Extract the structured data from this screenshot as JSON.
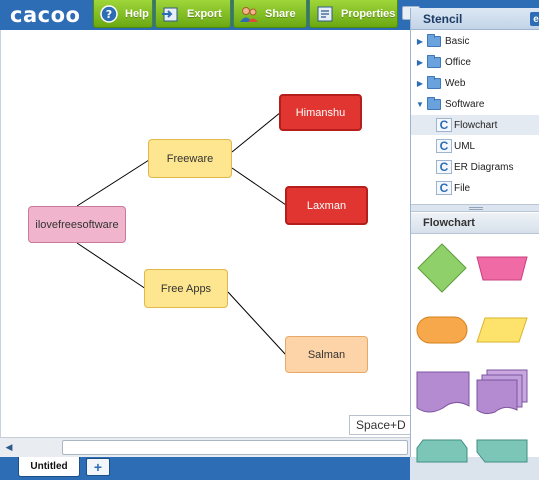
{
  "app": {
    "logo": "cacoo"
  },
  "toolbar": {
    "help_label": "Help",
    "export_label": "Export",
    "share_label": "Share",
    "properties_label": "Properties"
  },
  "diagram": {
    "nodes": {
      "root": "ilovefreesoftware",
      "freeware": "Freeware",
      "freeapps": "Free Apps",
      "himanshu": "Himanshu",
      "laxman": "Laxman",
      "salman": "Salman"
    },
    "space_hint": "Space+D"
  },
  "stencil": {
    "title": "Stencil",
    "tree": [
      {
        "label": "Basic",
        "expanded": false
      },
      {
        "label": "Office",
        "expanded": false
      },
      {
        "label": "Web",
        "expanded": false
      },
      {
        "label": "Software",
        "expanded": true
      },
      {
        "label": "Flowchart",
        "selected": true
      },
      {
        "label": "UML"
      },
      {
        "label": "ER Diagrams"
      },
      {
        "label": "File"
      }
    ],
    "section_title": "Flowchart"
  },
  "tabs": {
    "active": "Untitled",
    "add_label": "+"
  },
  "colors": {
    "topbar": "#2d6db5",
    "button_green": "#7fbf1f",
    "node_red": "#e03530",
    "node_yellow": "#fde68f",
    "node_pink": "#f0b5cc",
    "node_peach": "#fdd4a8"
  }
}
